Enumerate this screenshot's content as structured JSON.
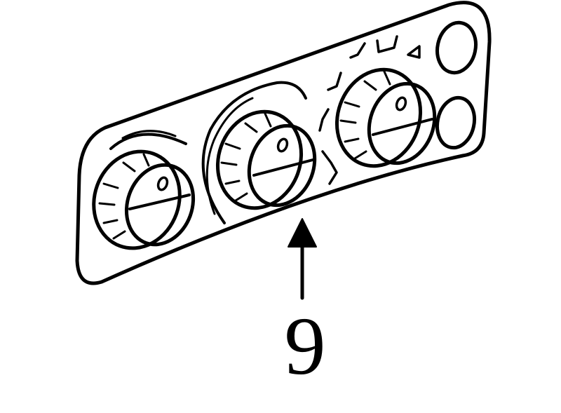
{
  "callout": {
    "number": "9"
  },
  "knobs": [
    {
      "name": "left"
    },
    {
      "name": "center"
    },
    {
      "name": "right"
    }
  ],
  "buttons": [
    {
      "name": "top"
    },
    {
      "name": "bottom"
    }
  ],
  "colors": {
    "stroke": "#000000",
    "background": "#ffffff"
  }
}
